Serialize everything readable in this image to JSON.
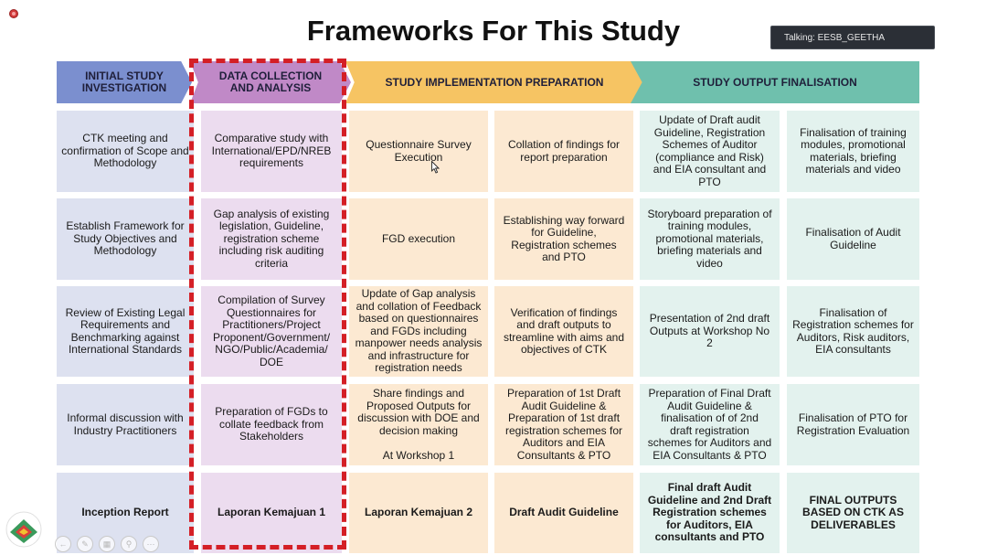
{
  "title": "Frameworks For This Study",
  "talking": "Talking: EESB_GEETHA",
  "headers": {
    "h1": "INITIAL STUDY\nINVESTIGATION",
    "h2": "DATA COLLECTION\nAND ANALYSIS",
    "h3": "STUDY IMPLEMENTATION PREPARATION",
    "h4": "STUDY OUTPUT FINALISATION"
  },
  "rows": [
    {
      "c1": "CTK meeting and\nconfirmation of Scope and\nMethodology",
      "c2": "Comparative study with\nInternational/EPD/NREB\nrequirements",
      "c3a": "Questionnaire Survey\nExecution",
      "c3b": "Collation of findings for\nreport preparation",
      "c4a": "Update of Draft audit\nGuideline, Registration\nSchemes of Auditor\n(compliance and Risk)\nand EIA consultant and\nPTO",
      "c4b": "Finalisation of training\nmodules, promotional\nmaterials, briefing\nmaterials and video"
    },
    {
      "c1": "Establish Framework for\nStudy Objectives and\nMethodology",
      "c2": "Gap analysis of existing\nlegislation, Guideline,\nregistration scheme\nincluding risk auditing\ncriteria",
      "c3a": "FGD execution",
      "c3b": "Establishing way forward\nfor Guideline,\nRegistration schemes\nand PTO",
      "c4a": "Storyboard preparation of\ntraining modules,\npromotional materials,\nbriefing materials and\nvideo",
      "c4b": "Finalisation of Audit\nGuideline"
    },
    {
      "c1": "Review of Existing Legal\nRequirements and\nBenchmarking against\nInternational Standards",
      "c2": "Compilation of Survey\nQuestionnaires for\nPractitioners/Project\nProponent/Government/\nNGO/Public/Academia/\nDOE",
      "c3a": "Update of Gap analysis\nand collation of Feedback\nbased on questionnaires\nand FGDs including\nmanpower needs analysis\nand infrastructure for\nregistration needs",
      "c3b": "Verification of findings\nand draft outputs to\nstreamline with aims and\nobjectives of CTK",
      "c4a": "Presentation of 2nd draft\nOutputs at Workshop No\n2",
      "c4b": "Finalisation of\nRegistration schemes for\nAuditors, Risk auditors,\nEIA consultants"
    },
    {
      "c1": "Informal discussion with\nIndustry Practitioners",
      "c2": "Preparation of FGDs to\ncollate feedback from\nStakeholders",
      "c3a": "Share findings and\nProposed Outputs for\ndiscussion with DOE and\ndecision making\n\nAt Workshop 1",
      "c3b": "Preparation of 1st Draft\nAudit Guideline &\nPreparation of 1st draft\nregistration schemes for\nAuditors and EIA\nConsultants & PTO",
      "c4a": "Preparation of Final Draft\nAudit Guideline &\nfinalisation of of 2nd\ndraft registration\nschemes for Auditors and\nEIA Consultants & PTO",
      "c4b": "Finalisation of PTO for\nRegistration Evaluation"
    },
    {
      "c1": "Inception Report",
      "c2": "Laporan Kemajuan 1",
      "c3a": "Laporan Kemajuan 2",
      "c3b": "Draft Audit Guideline",
      "c4a": "Final draft Audit\nGuideline and 2nd Draft\nRegistration schemes\nfor Auditors, EIA\nconsultants and PTO",
      "c4b": "FINAL OUTPUTS\nBASED ON CTK AS\nDELIVERABLES"
    }
  ],
  "icons": {
    "record": "record-dot-icon",
    "logo": "organization-logo-icon",
    "cursor": "mouse-cursor-icon"
  },
  "colors": {
    "col1_header": "#7b8fcf",
    "col2_header": "#c089c7",
    "col3_header": "#f6c463",
    "col4_header": "#6fc0ad",
    "dashed_border": "#d41f26"
  }
}
